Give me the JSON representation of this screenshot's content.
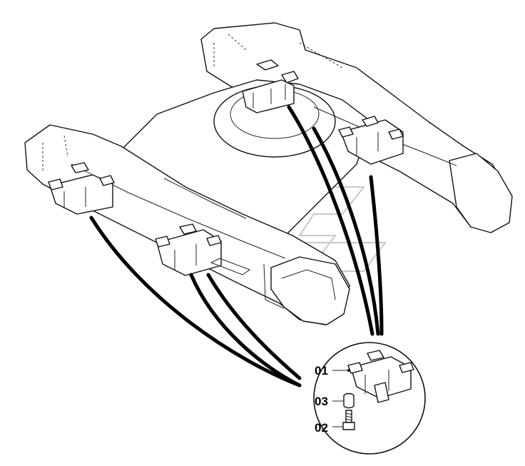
{
  "callouts": [
    {
      "label": "01",
      "part": "bracket"
    },
    {
      "label": "03",
      "part": "spacer"
    },
    {
      "label": "02",
      "part": "bolt"
    }
  ]
}
